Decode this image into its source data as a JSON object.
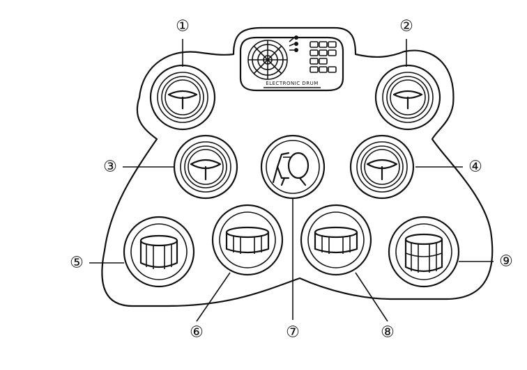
{
  "panel": {
    "label": "ELECTRONIC DRUM"
  },
  "callouts": [
    {
      "id": "1",
      "label": "①",
      "part": "crash-cymbal-pad"
    },
    {
      "id": "2",
      "label": "②",
      "part": "ride-cymbal-pad"
    },
    {
      "id": "3",
      "label": "③",
      "part": "hi-hat-cymbal-pad"
    },
    {
      "id": "4",
      "label": "④",
      "part": "splash-cymbal-pad"
    },
    {
      "id": "5",
      "label": "⑤",
      "part": "snare-drum-pad"
    },
    {
      "id": "6",
      "label": "⑥",
      "part": "high-tom-pad"
    },
    {
      "id": "7",
      "label": "⑦",
      "part": "bass-drum-pad"
    },
    {
      "id": "8",
      "label": "⑧",
      "part": "mid-tom-pad"
    },
    {
      "id": "9",
      "label": "⑨",
      "part": "floor-tom-pad"
    }
  ]
}
